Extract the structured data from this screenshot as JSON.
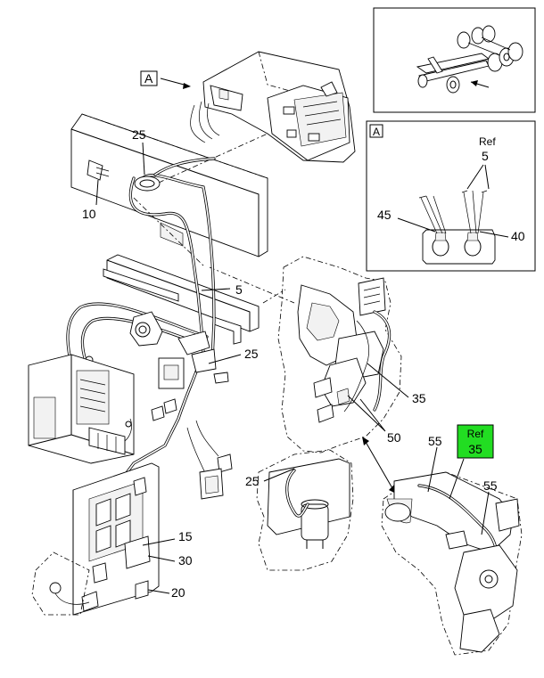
{
  "callouts": {
    "c25_top": "25",
    "c10": "10",
    "c5": "5",
    "c25_mid": "25",
    "c15": "15",
    "c30": "30",
    "c20": "20",
    "c35": "35",
    "c50": "50",
    "c25_low": "25",
    "c55_a": "55",
    "c55_b": "55"
  },
  "view_marker": "A",
  "detail": {
    "marker": "A",
    "ref_word": "Ref",
    "ref_num": "5",
    "c45": "45",
    "c40": "40"
  },
  "highlight": {
    "ref_word": "Ref",
    "num": "35",
    "color": "#22dd22"
  }
}
